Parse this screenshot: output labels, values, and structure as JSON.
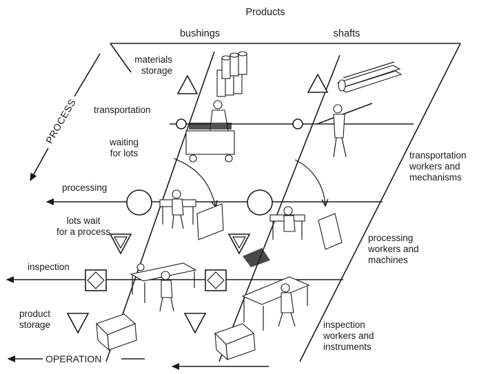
{
  "header": {
    "title": "Products",
    "product_1": "bushings",
    "product_2": "shafts"
  },
  "process_axis": {
    "label": "PROCESS"
  },
  "operation_axis": {
    "label": "OPERATION"
  },
  "process_steps": {
    "materials_storage": "materials\nstorage",
    "transportation": "transportation",
    "waiting_for_lots": "waiting\nfor lots",
    "processing": "processing",
    "lots_wait": "lots wait\nfor a process",
    "inspection": "inspection",
    "product_storage": "product\nstorage"
  },
  "operation_groups": {
    "transportation": "transportation\nworkers and\nmechanisms",
    "processing": "processing\nworkers and\nmachines",
    "inspection": "inspection\nworkers and\ninstruments"
  }
}
